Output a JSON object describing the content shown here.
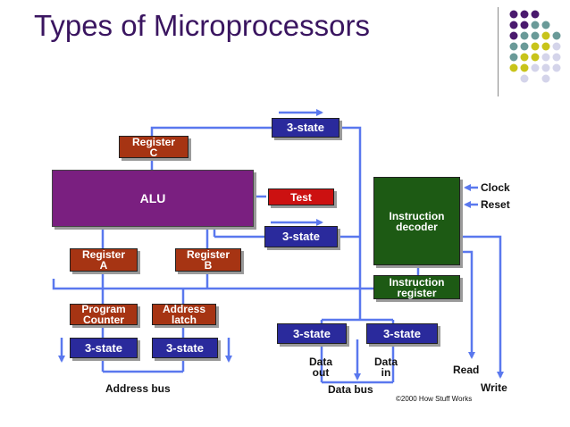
{
  "slide": {
    "title": "Types of Microprocessors"
  },
  "blocks": {
    "register_c": "Register\nC",
    "alu": "ALU",
    "test": "Test",
    "tri_top": "3-state",
    "tri_mid": "3-state",
    "instruction_decoder": "Instruction\ndecoder",
    "register_a": "Register\nA",
    "register_b": "Register\nB",
    "instruction_register": "Instruction\nregister",
    "program_counter": "Program\nCounter",
    "address_latch": "Address\nlatch",
    "tri_pc": "3-state",
    "tri_latch": "3-state",
    "tri_data_out": "3-state",
    "tri_data_in": "3-state"
  },
  "labels": {
    "clock": "Clock",
    "reset": "Reset",
    "read": "Read",
    "write": "Write",
    "address_bus": "Address bus",
    "data_out": "Data\nout",
    "data_in": "Data\nin",
    "data_bus": "Data bus",
    "copyright": "©2000 How Stuff Works"
  },
  "colors": {
    "title": "#3a1560",
    "wire": "#5a78ee",
    "alu": "#7a1f80",
    "register": "#a63413",
    "test": "#cc1111",
    "tristate": "#2a2a9c",
    "decoder": "#1d5a14",
    "dot_purple": "#4a1a6e",
    "dot_teal": "#6a9a98",
    "dot_olive": "#c8c41a",
    "dot_lavender": "#d4d4ea"
  }
}
